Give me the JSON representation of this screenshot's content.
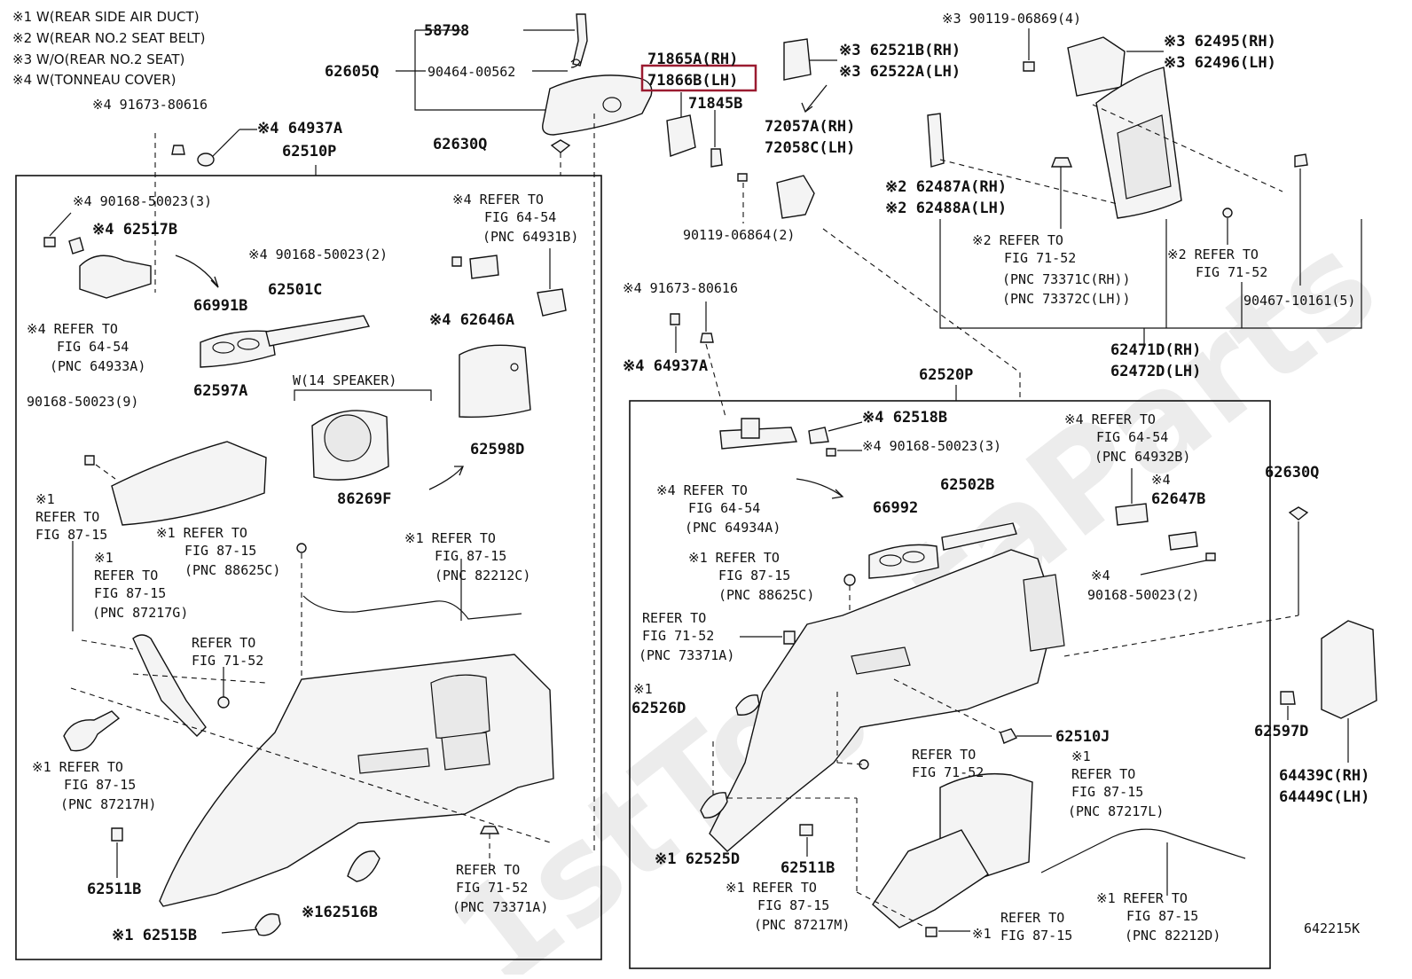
{
  "notes": [
    "※1 W(REAR SIDE AIR DUCT)",
    "※2 W(REAR NO.2 SEAT BELT)",
    "※3 W/O(REAR NO.2 SEAT)",
    "※4 W(TONNEAU COVER)"
  ],
  "watermark": "1stToyotaParts",
  "highlight_color": "#9b1b30",
  "diagram_id": "642215K",
  "labels": {
    "l58798": "58798",
    "l62605q": "62605Q",
    "l90464": "90464-00562",
    "l62630q_top": "62630Q",
    "l91673_top": "※4 91673-80616",
    "l64937a_top": "※4 64937A",
    "l62510p": "62510P",
    "l90168_3_left": "※4 90168-50023(3)",
    "l62517b": "※4 62517B",
    "l90168_2_left": "※4 90168-50023(2)",
    "l62646a": "※4 62646A",
    "l66991b": "66991B",
    "l62501c": "62501C",
    "l_ref6454_a1": "※4 REFER TO",
    "l_ref6454_a2": "FIG 64-54",
    "l_ref6454_a3": "(PNC 64933A)",
    "l_ref6454_b1": "※4 REFER TO",
    "l_ref6454_b2": "FIG 64-54",
    "l_ref6454_b3": "(PNC 64931B)",
    "l90168_9": "90168-50023(9)",
    "l62597a": "62597A",
    "l_speaker": "W(14 SPEAKER)",
    "l62598d": "62598D",
    "l86269f": "86269F",
    "l_ref8715_a1": "※1",
    "l_ref8715_a2": "REFER TO",
    "l_ref8715_a3": "FIG 87-15",
    "l_ref8715_b1": "※1 REFER TO",
    "l_ref8715_b2": "FIG 87-15",
    "l_ref8715_b3": "(PNC 88625C)",
    "l_ref8715_c1": "※1 REFER TO",
    "l_ref8715_c2": "FIG 87-15",
    "l_ref8715_c3": "(PNC 82212C)",
    "l_ref8715_d1": "※1",
    "l_ref8715_d2": "REFER TO",
    "l_ref8715_d3": "FIG 87-15",
    "l_ref8715_d4": "(PNC 87217G)",
    "l_ref7152_a1": "REFER TO",
    "l_ref7152_a2": "FIG 71-52",
    "l_ref8715_e1": "※1 REFER TO",
    "l_ref8715_e2": "FIG 87-15",
    "l_ref8715_e3": "(PNC 87217H)",
    "l62511b_left": "62511B",
    "l62516b": "※162516B",
    "l62515b": "※1 62515B",
    "l_ref7152_b1": "REFER TO",
    "l_ref7152_b2": "FIG 71-52",
    "l_ref7152_b3": "(PNC 73371A)",
    "l71865a": "71865A(RH)",
    "l71866b": "71866B(LH)",
    "l71845b": "71845B",
    "l62521b": "※3 62521B(RH)",
    "l62522a": "※3 62522A(LH)",
    "l72057a": "72057A(RH)",
    "l72058c": "72058C(LH)",
    "l90119_2": "90119-06864(2)",
    "l90119_4": "※3 90119-06869(4)",
    "l62495": "※3 62495(RH)",
    "l62496": "※3 62496(LH)",
    "l62487a": "※2 62487A(RH)",
    "l62488a": "※2 62488A(LH)",
    "l_ref7152_c1": "※2 REFER TO",
    "l_ref7152_c2": "FIG 71-52",
    "l_ref7152_c3": "(PNC 73371C(RH))",
    "l_ref7152_c4": "(PNC 73372C(LH))",
    "l_ref7152_d1": "※2 REFER TO",
    "l_ref7152_d2": "FIG 71-52",
    "l90467": "90467-10161(5)",
    "l62471d": "62471D(RH)",
    "l62472d": "62472D(LH)",
    "l91673_right": "※4 91673-80616",
    "l64937a_right": "※4 64937A",
    "l62520p": "62520P",
    "l62518b": "※4 62518B",
    "l90168_3_right": "※4 90168-50023(3)",
    "l_ref6454_c1": "※4 REFER TO",
    "l_ref6454_c2": "FIG 64-54",
    "l_ref6454_c3": "(PNC 64934A)",
    "l_ref6454_d1": "※4 REFER TO",
    "l_ref6454_d2": "FIG 64-54",
    "l_ref6454_d3": "(PNC 64932B)",
    "l62647b_1": "※4",
    "l62647b_2": "62647B",
    "l90168_2_right_1": "※4",
    "l90168_2_right_2": "90168-50023(2)",
    "l66992": "66992",
    "l62502b": "62502B",
    "l62630q_right": "62630Q",
    "l_ref8715_f1": "※1 REFER TO",
    "l_ref8715_f2": "FIG 87-15",
    "l_ref8715_f3": "(PNC 88625C)",
    "l_ref7152_e1": "REFER TO",
    "l_ref7152_e2": "FIG 71-52",
    "l_ref7152_e3": "(PNC 73371A)",
    "l62526d_1": "※1",
    "l62526d_2": "62526D",
    "l62510j": "62510J",
    "l_ref7152_f1": "REFER TO",
    "l_ref7152_f2": "FIG 71-52",
    "l_ref8715_g1": "※1",
    "l_ref8715_g2": "REFER TO",
    "l_ref8715_g3": "FIG 87-15",
    "l_ref8715_g4": "(PNC 87217L)",
    "l62597d": "62597D",
    "l64439c": "64439C(RH)",
    "l64449c": "64449C(LH)",
    "l62525d": "※1 62525D",
    "l62511b_right": "62511B",
    "l_ref8715_h1": "※1 REFER TO",
    "l_ref8715_h2": "FIG 87-15",
    "l_ref8715_h3": "(PNC 87217M)",
    "l_ref8715_i1": "※1",
    "l_ref8715_i2": "REFER TO",
    "l_ref8715_i3": "FIG 87-15",
    "l_ref8715_j1": "※1 REFER TO",
    "l_ref8715_j2": "FIG 87-15",
    "l_ref8715_j3": "(PNC 82212D)"
  }
}
